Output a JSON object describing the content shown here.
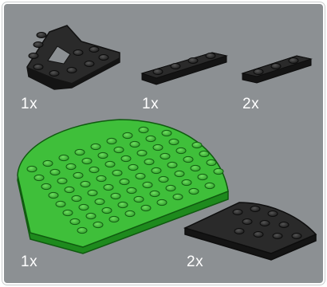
{
  "panel": {
    "background": "#8c9093",
    "parts": [
      {
        "id": "wedge-plate",
        "icon": "black-wedge-plate-icon",
        "color": "#1f1f1f",
        "quantity": "1x"
      },
      {
        "id": "plate-1x4",
        "icon": "black-plate-1x4-icon",
        "color": "#1f1f1f",
        "quantity": "1x"
      },
      {
        "id": "plate-1x3",
        "icon": "black-plate-1x3-icon",
        "color": "#1f1f1f",
        "quantity": "2x"
      },
      {
        "id": "round-plate",
        "icon": "green-half-round-plate-icon",
        "color": "#3fbf3a",
        "quantity": "1x"
      },
      {
        "id": "quarter-round-plate",
        "icon": "black-quarter-round-plate-icon",
        "color": "#1f1f1f",
        "quantity": "2x"
      }
    ]
  }
}
